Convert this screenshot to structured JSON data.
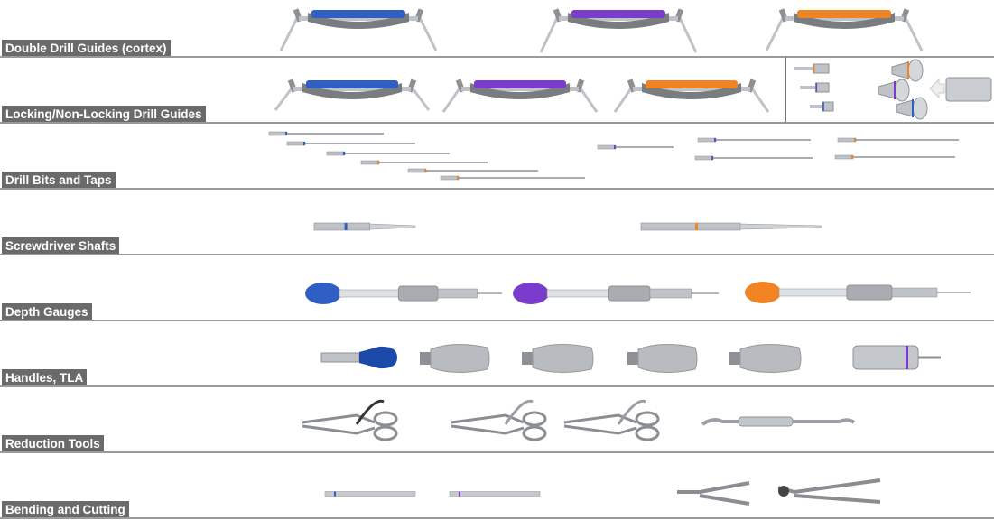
{
  "colors": {
    "blue": "#2f5fc4",
    "purple": "#7a3ccc",
    "orange": "#f08424",
    "label_bg": "#6a6a6a",
    "divider": "#9a9a9a"
  },
  "categories": [
    {
      "label": "Double Drill Guides (cortex)"
    },
    {
      "label": "Locking/Non-Locking Drill Guides"
    },
    {
      "label": "Drill Bits and Taps"
    },
    {
      "label": "Screwdriver Shafts"
    },
    {
      "label": "Depth Gauges"
    },
    {
      "label": "Handles, TLA"
    },
    {
      "label": "Reduction Tools"
    },
    {
      "label": "Bending and Cutting"
    }
  ]
}
